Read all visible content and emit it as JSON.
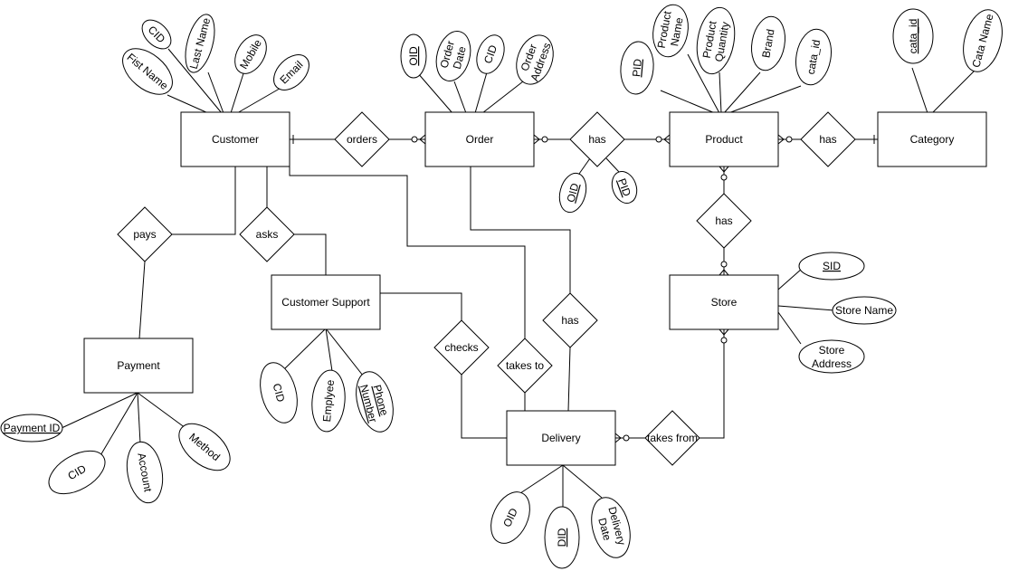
{
  "entities": {
    "customer": "Customer",
    "order": "Order",
    "product": "Product",
    "category": "Category",
    "payment": "Payment",
    "customer_support": "Customer Support",
    "store": "Store",
    "delivery": "Delivery"
  },
  "relationships": {
    "orders": "orders",
    "has_order_product": "has",
    "has_product_category": "has",
    "pays": "pays",
    "asks": "asks",
    "has_product_store": "has",
    "has_order_delivery": "has",
    "checks": "checks",
    "takes_to": "takes to",
    "takes_from": "takes from"
  },
  "attributes": {
    "customer": {
      "cid": "CID",
      "last_name": "Last Name",
      "first_name": "Fist Name",
      "mobile": "Mobile",
      "email": "Email"
    },
    "order": {
      "oid": "OID",
      "order_date": [
        "Order",
        "Date"
      ],
      "cid": "CID",
      "order_address": [
        "Order",
        "Address"
      ]
    },
    "order_product_has": {
      "oid": "OID",
      "pid": "PID"
    },
    "product": {
      "pid": "PID",
      "product_name": [
        "Product",
        "Name"
      ],
      "product_quantity": [
        "Product",
        "Quantity"
      ],
      "brand": "Brand",
      "cata_id": "cata_id"
    },
    "category": {
      "cata_id": "cata_id",
      "cata_name": "Cata Name"
    },
    "store": {
      "sid": "SID",
      "store_name": "Store Name",
      "store_address": [
        "Store",
        "Address"
      ]
    },
    "customer_support": {
      "cid": "CID",
      "employee": "Emplyee",
      "phone_number": [
        "Phone",
        "Number"
      ]
    },
    "payment": {
      "payment_id": "Payment ID",
      "cid": "CID",
      "account": "Account",
      "method": "Method"
    },
    "delivery": {
      "oid": "OID",
      "did": "DID",
      "delivery_date": [
        "Delivery",
        "Date"
      ]
    }
  }
}
